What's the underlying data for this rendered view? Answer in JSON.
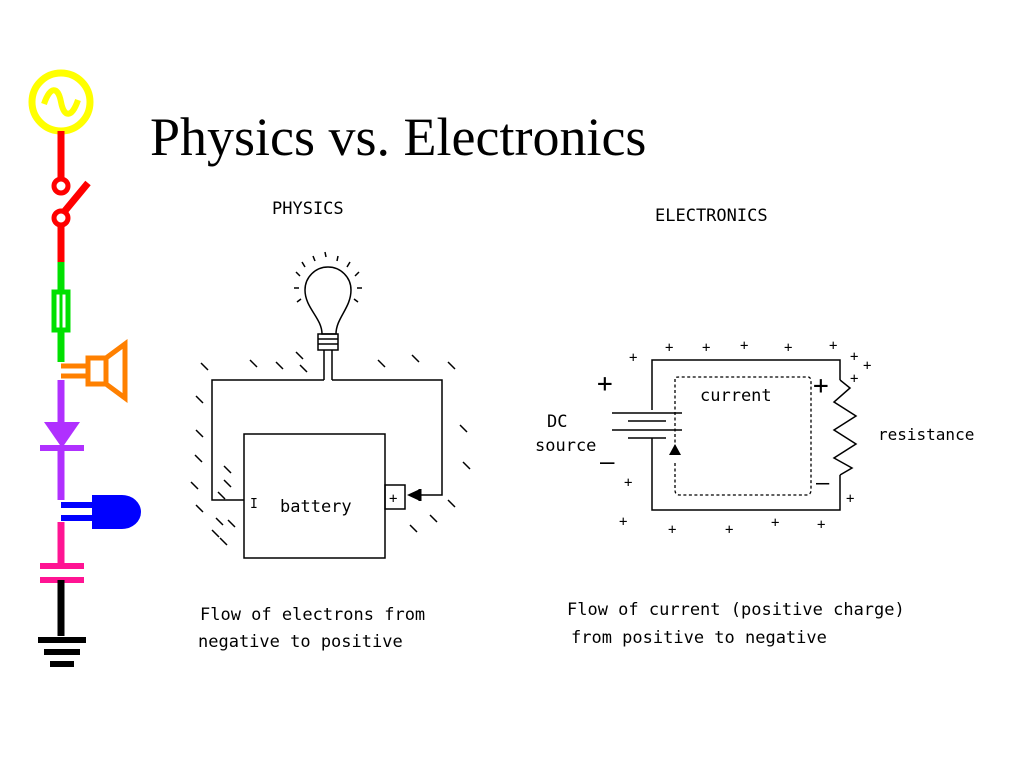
{
  "slide": {
    "title": "Physics vs. Electronics"
  },
  "physics": {
    "heading": "PHYSICS",
    "battery_label": "battery",
    "negative_terminal": "I",
    "positive_terminal": "+",
    "caption_line1": "Flow of electrons from",
    "caption_line2": "negative to positive"
  },
  "electronics": {
    "heading": "ELECTRONICS",
    "current_label": "current",
    "resistance_label": "resistance",
    "source_line1": "DC",
    "source_line2": "source",
    "plus_sign": "+",
    "minus_sign": "–",
    "caption_line1": "Flow of current (positive charge)",
    "caption_line2": "from positive to negative"
  },
  "sidebar": {
    "components": [
      "ac-source",
      "switch",
      "fuse",
      "speaker",
      "diode",
      "led",
      "capacitor",
      "ground"
    ],
    "colors": {
      "ac": "#ffff00",
      "wire_red": "#ff0000",
      "wire_green": "#00e000",
      "speaker": "#ff8000",
      "diode": "#b030ff",
      "led": "#0000ff",
      "capacitor": "#ff1493",
      "ground": "#000000"
    }
  }
}
